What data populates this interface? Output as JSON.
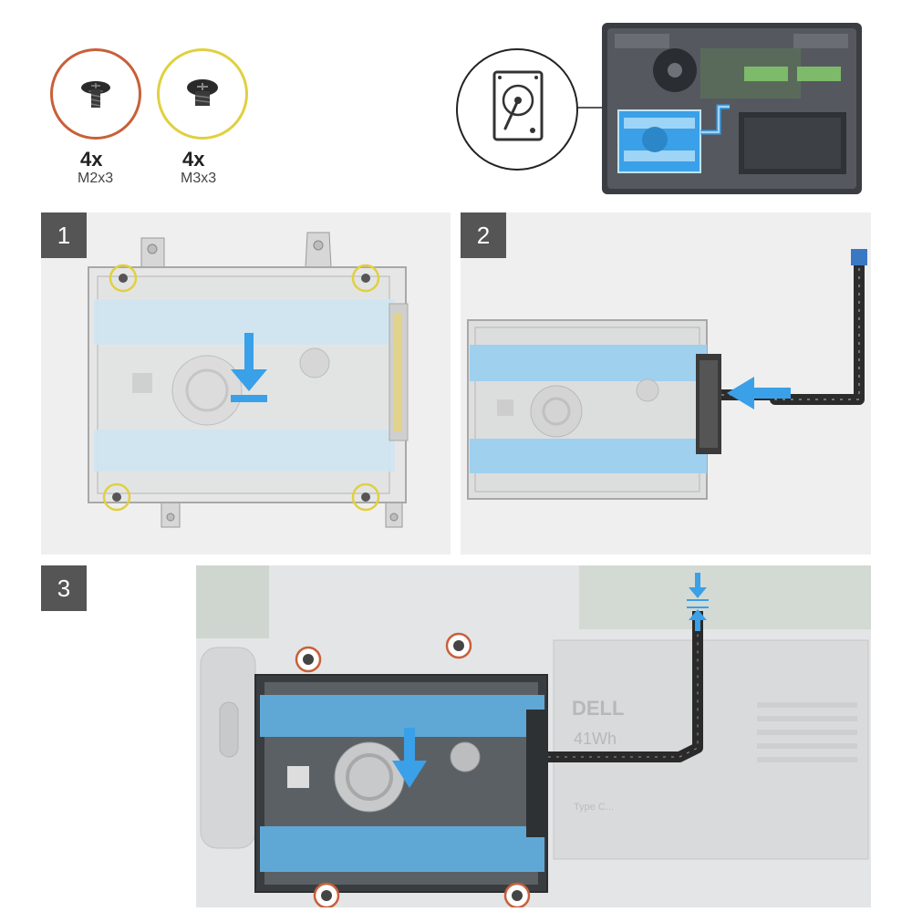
{
  "screws": [
    {
      "count": "4x",
      "size": "M2x3",
      "ring_color": "#c8603a"
    },
    {
      "count": "4x",
      "size": "M3x3",
      "ring_color": "#e0d040"
    }
  ],
  "steps": [
    {
      "number": "1"
    },
    {
      "number": "2"
    },
    {
      "number": "3"
    }
  ],
  "laptop": {
    "battery_brand": "DELL",
    "battery_capacity": "41Wh",
    "battery_type": "Type C..."
  },
  "colors": {
    "accent_blue": "#3aa0e8",
    "tape_blue": "#8ec8ec",
    "badge_gray": "#555555",
    "yellow_ring": "#e0d040",
    "orange_ring": "#c8603a"
  }
}
